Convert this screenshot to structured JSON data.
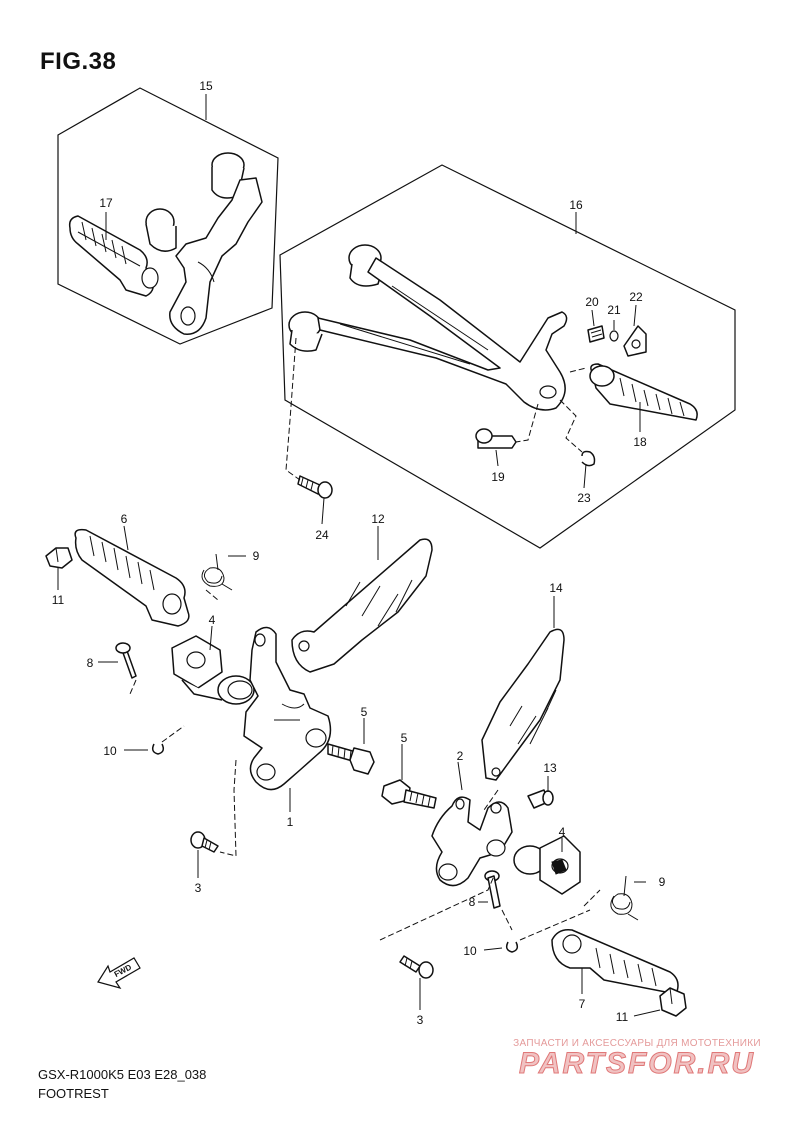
{
  "figure": {
    "title": "FIG.38",
    "model_code": "GSX-R1000K5 E03 E28_038",
    "section_name": "FOOTREST"
  },
  "direction_indicator": {
    "label": "FWD"
  },
  "watermark": {
    "tagline": "ЗАПЧАСТИ И АКСЕССУАРЫ ДЛЯ МОТОТЕХНИКИ",
    "brand": "PARTSFOR.RU"
  },
  "callouts": {
    "c1": "1",
    "c2": "2",
    "c3a": "3",
    "c3b": "3",
    "c4a": "4",
    "c4b": "4",
    "c5a": "5",
    "c5b": "5",
    "c6": "6",
    "c7": "7",
    "c8a": "8",
    "c8b": "8",
    "c9a": "9",
    "c9b": "9",
    "c10a": "10",
    "c10b": "10",
    "c11a": "11",
    "c11b": "11",
    "c12": "12",
    "c13": "13",
    "c14": "14",
    "c15": "15",
    "c16": "16",
    "c17": "17",
    "c18": "18",
    "c19": "19",
    "c20": "20",
    "c21": "21",
    "c22": "22",
    "c23": "23",
    "c24": "24"
  }
}
